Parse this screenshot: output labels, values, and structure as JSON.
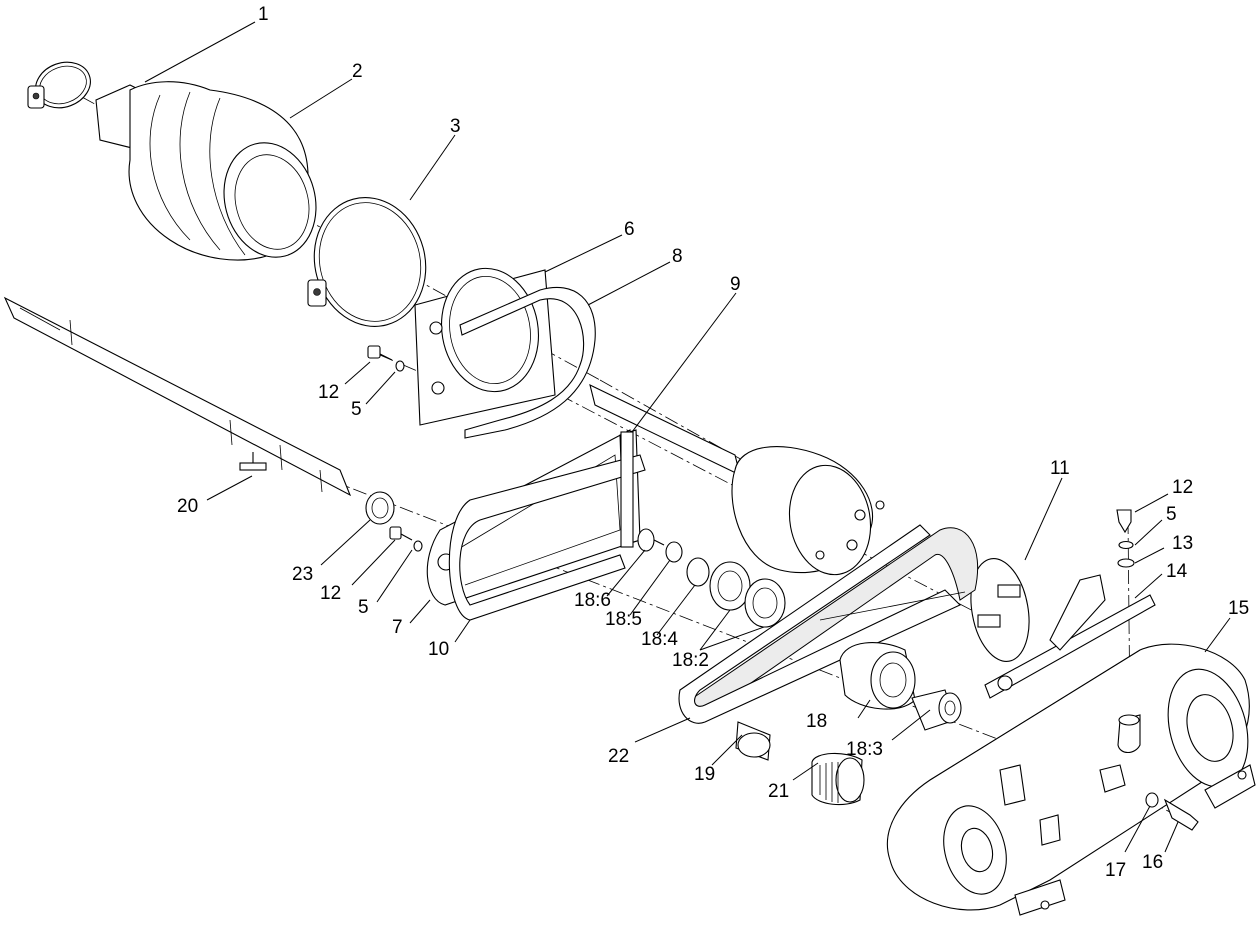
{
  "callouts": [
    {
      "id": "c1",
      "text": "1"
    },
    {
      "id": "c2",
      "text": "2"
    },
    {
      "id": "c3",
      "text": "3"
    },
    {
      "id": "c6",
      "text": "6"
    },
    {
      "id": "c8",
      "text": "8"
    },
    {
      "id": "c9",
      "text": "9"
    },
    {
      "id": "c12a",
      "text": "12"
    },
    {
      "id": "c5a",
      "text": "5"
    },
    {
      "id": "c20",
      "text": "20"
    },
    {
      "id": "c23",
      "text": "23"
    },
    {
      "id": "c12b",
      "text": "12"
    },
    {
      "id": "c5b",
      "text": "5"
    },
    {
      "id": "c7",
      "text": "7"
    },
    {
      "id": "c10",
      "text": "10"
    },
    {
      "id": "c186",
      "text": "18:6"
    },
    {
      "id": "c185",
      "text": "18:5"
    },
    {
      "id": "c184",
      "text": "18:4"
    },
    {
      "id": "c182",
      "text": "18:2"
    },
    {
      "id": "c11",
      "text": "11"
    },
    {
      "id": "c12c",
      "text": "12"
    },
    {
      "id": "c5c",
      "text": "5"
    },
    {
      "id": "c13",
      "text": "13"
    },
    {
      "id": "c14",
      "text": "14"
    },
    {
      "id": "c15",
      "text": "15"
    },
    {
      "id": "c18",
      "text": "18"
    },
    {
      "id": "c183",
      "text": "18:3"
    },
    {
      "id": "c22",
      "text": "22"
    },
    {
      "id": "c19",
      "text": "19"
    },
    {
      "id": "c21",
      "text": "21"
    },
    {
      "id": "c17",
      "text": "17"
    },
    {
      "id": "c16",
      "text": "16"
    }
  ]
}
